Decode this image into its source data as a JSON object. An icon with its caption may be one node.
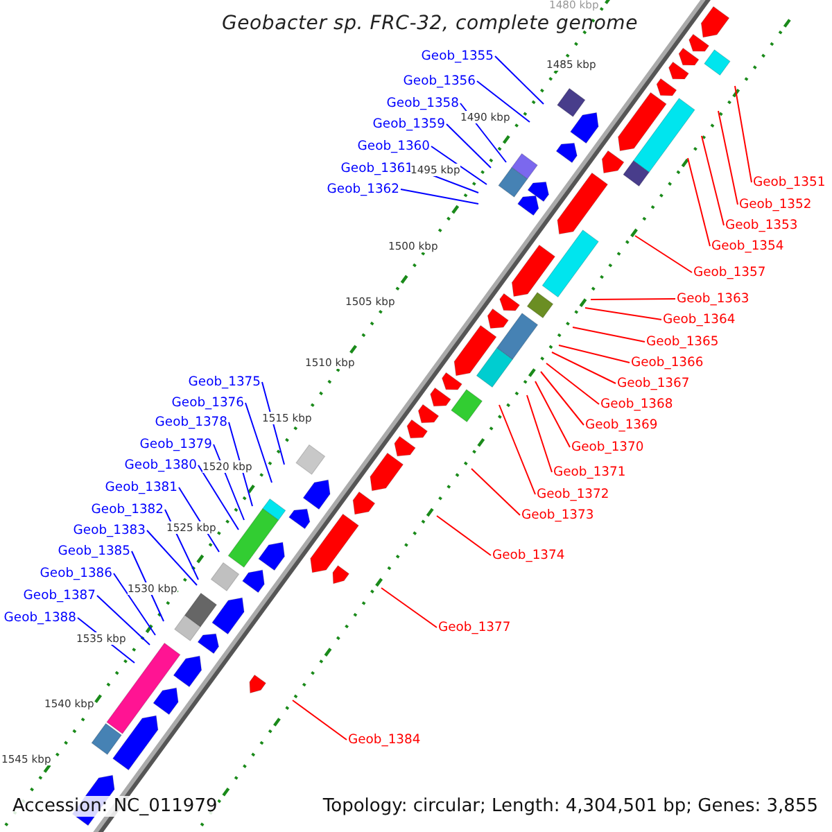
{
  "diagram": {
    "title": "Geobacter sp. FRC-32, complete genome",
    "nodes": [
      {
        "text": [
          "Geob_1355"
        ]
      },
      {
        "text": [
          "Geob_1356"
        ]
      },
      {
        "text": [
          "Geob_1358"
        ]
      },
      {
        "text": [
          "Geob_1359"
        ]
      },
      {
        "text": [
          "Geob_1360"
        ]
      },
      {
        "text": [
          "Geob_1361"
        ]
      },
      {
        "text": [
          "Geob_1351"
        ]
      },
      {
        "text": [
          "Geob_1362"
        ]
      },
      {
        "text": [
          "Geob_1352"
        ]
      },
      {
        "text": [
          "Geob_1353"
        ]
      },
      {
        "text": [
          "Geob_1354"
        ]
      },
      {
        "text": [
          "Geob_1357"
        ]
      },
      {
        "text": [
          "Geob_1363"
        ]
      },
      {
        "text": [
          "Geob_1364"
        ]
      },
      {
        "text": [
          "Geob_1365"
        ]
      },
      {
        "text": [
          "Geob_1366"
        ]
      },
      {
        "text": [
          "Geob_1367"
        ]
      },
      {
        "text": [
          "Geob_1375"
        ]
      },
      {
        "text": [
          "Geob_1376"
        ]
      },
      {
        "text": [
          "Geob_1368"
        ]
      },
      {
        "text": [
          "Geob_1378"
        ]
      },
      {
        "text": [
          "Geob_1369"
        ]
      },
      {
        "text": [
          "Geob_1379"
        ]
      },
      {
        "text": [
          "Geob_1370"
        ]
      },
      {
        "text": [
          "Geob_1380"
        ]
      },
      {
        "text": [
          "Geob_1371"
        ]
      },
      {
        "text": [
          "Geob_1381"
        ]
      },
      {
        "text": [
          "Geob_1372"
        ]
      },
      {
        "text": [
          "Geob_1382"
        ]
      },
      {
        "text": [
          "Geob_1373"
        ]
      },
      {
        "text": [
          "Geob_1383"
        ]
      },
      {
        "text": [
          "Geob_1385"
        ]
      },
      {
        "text": [
          "Geob_1374"
        ]
      },
      {
        "text": [
          "Geob_1386"
        ]
      },
      {
        "text": [
          "Geob_1387"
        ]
      },
      {
        "text": [
          "Geob_1388"
        ]
      },
      {
        "text": [
          "Geob_1377"
        ]
      },
      {
        "text": [
          "Geob_1384"
        ]
      }
    ],
    "edges": [
      {
        "from": 0,
        "to": null,
        "arrow": "none",
        "color": "#0000ff"
      },
      {
        "from": 1,
        "to": null,
        "arrow": "none",
        "color": "#0000ff"
      },
      {
        "from": 2,
        "to": null,
        "arrow": "none",
        "color": "#0000ff"
      },
      {
        "from": 3,
        "to": null,
        "arrow": "none",
        "color": "#0000ff"
      },
      {
        "from": 4,
        "to": null,
        "arrow": "none",
        "color": "#0000ff"
      },
      {
        "from": 5,
        "to": null,
        "arrow": "none",
        "color": "#0000ff"
      },
      {
        "from": 6,
        "to": null,
        "arrow": "none",
        "color": "#ff0000"
      },
      {
        "from": 7,
        "to": null,
        "arrow": "none",
        "color": "#0000ff"
      },
      {
        "from": 8,
        "to": null,
        "arrow": "none",
        "color": "#ff0000"
      },
      {
        "from": 9,
        "to": null,
        "arrow": "none",
        "color": "#ff0000"
      },
      {
        "from": 10,
        "to": null,
        "arrow": "none",
        "color": "#ff0000"
      },
      {
        "from": 11,
        "to": null,
        "arrow": "none",
        "color": "#ff0000"
      },
      {
        "from": 12,
        "to": null,
        "arrow": "none",
        "color": "#ff0000"
      },
      {
        "from": 13,
        "to": null,
        "arrow": "none",
        "color": "#ff0000"
      },
      {
        "from": 14,
        "to": null,
        "arrow": "none",
        "color": "#ff0000"
      },
      {
        "from": 15,
        "to": null,
        "arrow": "none",
        "color": "#ff0000"
      },
      {
        "from": 16,
        "to": null,
        "arrow": "none",
        "color": "#ff0000"
      },
      {
        "from": 17,
        "to": null,
        "arrow": "none",
        "color": "#0000ff"
      },
      {
        "from": 18,
        "to": null,
        "arrow": "none",
        "color": "#0000ff"
      },
      {
        "from": 19,
        "to": null,
        "arrow": "none",
        "color": "#ff0000"
      },
      {
        "from": 20,
        "to": null,
        "arrow": "none",
        "color": "#0000ff"
      },
      {
        "from": 21,
        "to": null,
        "arrow": "none",
        "color": "#ff0000"
      },
      {
        "from": 22,
        "to": null,
        "arrow": "none",
        "color": "#0000ff"
      },
      {
        "from": 23,
        "to": null,
        "arrow": "none",
        "color": "#ff0000"
      },
      {
        "from": 24,
        "to": null,
        "arrow": "none",
        "color": "#0000ff"
      },
      {
        "from": 25,
        "to": null,
        "arrow": "none",
        "color": "#ff0000"
      },
      {
        "from": 26,
        "to": null,
        "arrow": "none",
        "color": "#0000ff"
      },
      {
        "from": 27,
        "to": null,
        "arrow": "none",
        "color": "#ff0000"
      },
      {
        "from": 28,
        "to": null,
        "arrow": "none",
        "color": "#0000ff"
      },
      {
        "from": 29,
        "to": null,
        "arrow": "none",
        "color": "#ff0000"
      },
      {
        "from": 30,
        "to": null,
        "arrow": "none",
        "color": "#0000ff"
      },
      {
        "from": 31,
        "to": null,
        "arrow": "none",
        "color": "#0000ff"
      },
      {
        "from": 32,
        "to": null,
        "arrow": "none",
        "color": "#ff0000"
      },
      {
        "from": 33,
        "to": null,
        "arrow": "none",
        "color": "#0000ff"
      },
      {
        "from": 34,
        "to": null,
        "arrow": "none",
        "color": "#0000ff"
      },
      {
        "from": 35,
        "to": null,
        "arrow": "none",
        "color": "#0000ff"
      },
      {
        "from": 36,
        "to": null,
        "arrow": "none",
        "color": "#ff0000"
      },
      {
        "from": 37,
        "to": null,
        "arrow": "none",
        "color": "#ff0000"
      }
    ],
    "labels": [
      "1480 kbp",
      "1485 kbp",
      "1490 kbp",
      "1495 kbp",
      "1500 kbp",
      "1505 kbp",
      "1510 kbp",
      "1515 kbp",
      "1520 kbp",
      "1525 kbp",
      "1530 kbp",
      "1535 kbp",
      "1540 kbp",
      "1545 kbp",
      "Accession: NC_011979",
      "Topology: circular; Length: 4,304,501 bp; Genes: 3,855"
    ]
  }
}
